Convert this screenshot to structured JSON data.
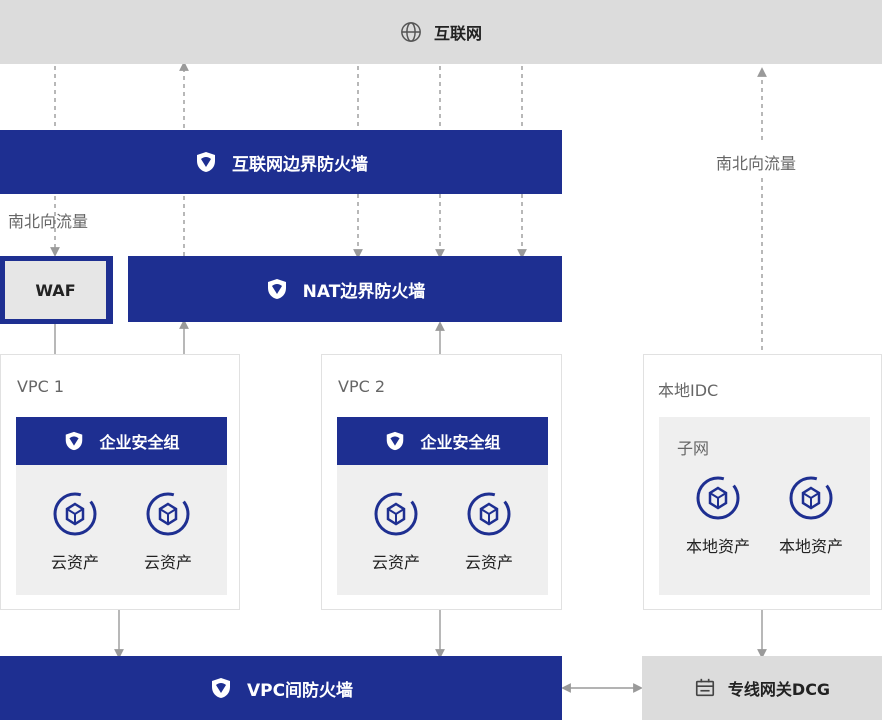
{
  "internet": {
    "label": "互联网",
    "icon": "globe-icon"
  },
  "internet_firewall": {
    "label": "互联网边界防火墙",
    "icon": "shield-icon"
  },
  "nat_firewall": {
    "label": "NAT边界防火墙",
    "icon": "shield-icon"
  },
  "vpc_firewall": {
    "label": "VPC间防火墙",
    "icon": "shield-icon"
  },
  "waf": {
    "label": "WAF"
  },
  "north_south_left": "南北向流量",
  "north_south_right": "南北向流量",
  "vpc1": {
    "label": "VPC 1",
    "group": "企业安全组",
    "assets": [
      "云资产",
      "云资产"
    ]
  },
  "vpc2": {
    "label": "VPC 2",
    "group": "企业安全组",
    "assets": [
      "云资产",
      "云资产"
    ]
  },
  "idc": {
    "label": "本地IDC",
    "subnet": "子网",
    "assets": [
      "本地资产",
      "本地资产"
    ]
  },
  "dcg": {
    "label": "专线网关DCG",
    "icon": "gateway-icon"
  },
  "colors": {
    "primary": "#1e2f91",
    "grey_band": "#dcdcdc",
    "inner_panel": "#efefef",
    "arrow": "#999999"
  }
}
